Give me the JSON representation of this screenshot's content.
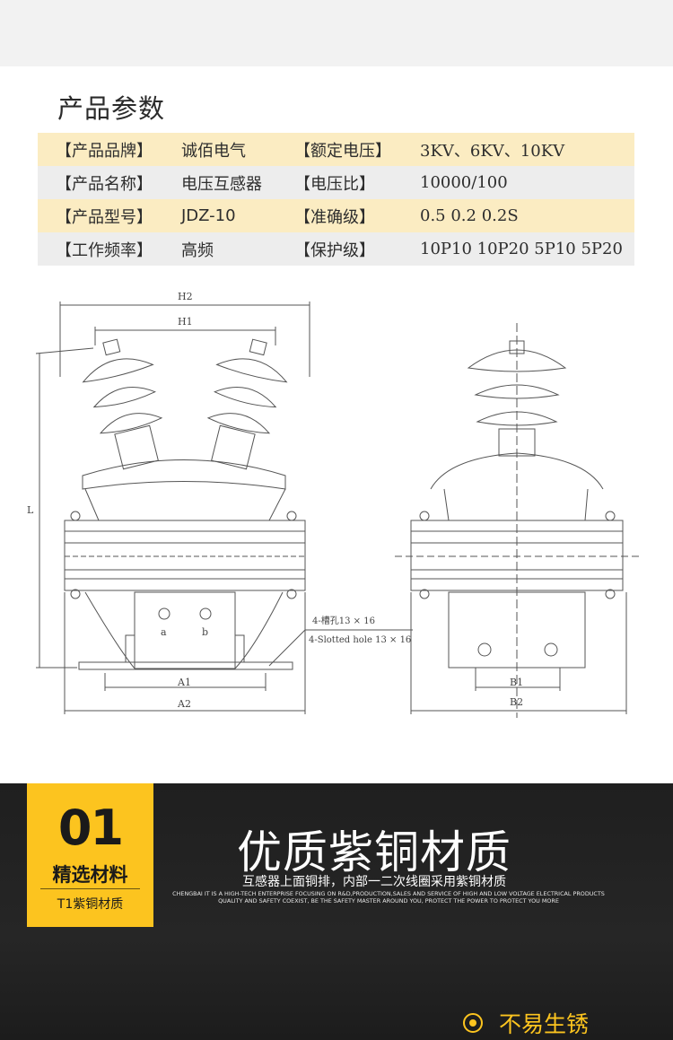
{
  "section_title": "产品参数",
  "params": [
    {
      "k1": "【产品品牌】",
      "v1": "诚佰电气",
      "k2": "【额定电压】",
      "v2": "3KV、6KV、10KV"
    },
    {
      "k1": "【产品名称】",
      "v1": "电压互感器",
      "k2": "【电压比】",
      "v2": "10000/100"
    },
    {
      "k1": "【产品型号】",
      "v1": "JDZ-10",
      "k2": "【准确级】",
      "v2": "0.5 0.2 0.2S"
    },
    {
      "k1": "【工作频率】",
      "v1": "高频",
      "k2": "【保护级】",
      "v2": "10P10 10P20 5P10 5P20"
    }
  ],
  "drawing": {
    "dim_h2": "H2",
    "dim_h1": "H1",
    "dim_l": "L",
    "dim_a1": "A1",
    "dim_a2": "A2",
    "dim_b1": "B1",
    "dim_b2": "B2",
    "terminal_a": "a",
    "terminal_b": "b",
    "slot_note_cn": "4-槽孔13 × 16",
    "slot_note_en": "4-Slotted hole 13 × 16"
  },
  "feature": {
    "badge_number": "01",
    "badge_label": "精选材料",
    "badge_sub": "T1紫铜材质",
    "headline": "优质紫铜材质",
    "subtitle_cn": "互感器上面铜排，内部一二次线圈采用紫铜材质",
    "subtitle_en_1": "CHENGBAI IT IS A HIGH-TECH ENTERPRISE FOCUSING ON R&D,PRODUCTION,SALES AND SERVICE OF HIGH AND LOW VOLTAGE ELECTRICAL PRODUCTS",
    "subtitle_en_2": "QUALITY AND SAFETY COEXIST, BE THE SAFETY MASTER AROUND YOU, PROTECT THE POWER TO PROTECT YOU MORE",
    "bullet": "不易生锈"
  },
  "colors": {
    "accent_yellow": "#fcc41f",
    "row_highlight": "#fbecc2",
    "row_gray": "#ededed",
    "dark_bg": "#222222"
  }
}
